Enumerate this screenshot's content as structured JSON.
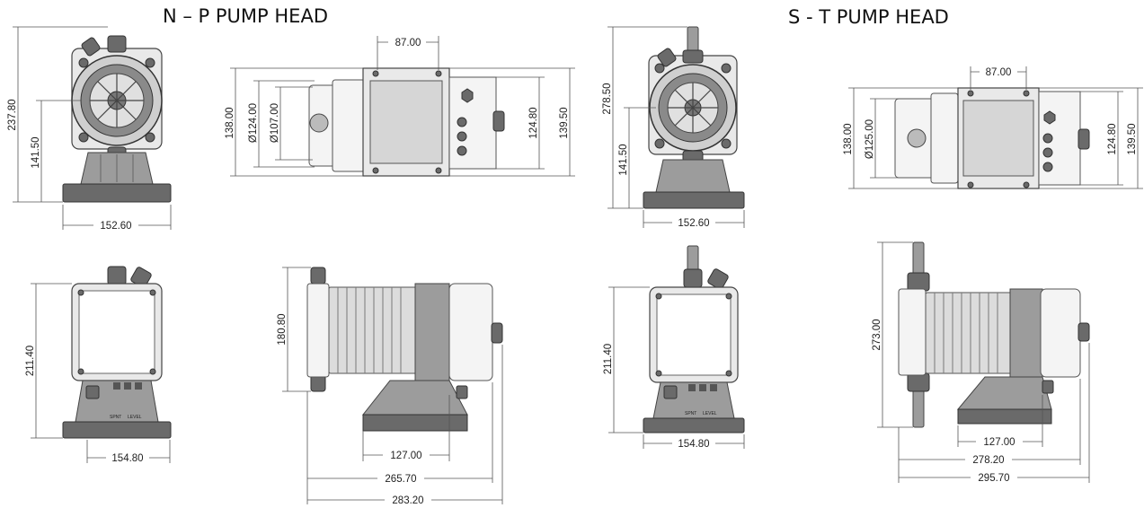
{
  "headings": {
    "np": "N – P PUMP HEAD",
    "st": "S - T PUMP HEAD"
  },
  "np_front": {
    "height_total": "237.80",
    "height_axis": "141.50",
    "width_base": "152.60"
  },
  "np_top": {
    "offset": "87.00",
    "d138": "138.00",
    "d124": "Ø124.00",
    "d107": "Ø107.00",
    "d124_8": "124.80",
    "d139_5": "139.50"
  },
  "np_back": {
    "height": "211.40",
    "width": "154.80",
    "label_left": "SPNT",
    "label_right": "LEVEL"
  },
  "np_side": {
    "height": "180.80",
    "w127": "127.00",
    "w265": "265.70",
    "w283": "283.20"
  },
  "st_front": {
    "height_total": "278.50",
    "height_axis": "141.50",
    "width_base": "152.60"
  },
  "st_top": {
    "offset": "87.00",
    "d138": "138.00",
    "d125": "Ø125.00",
    "d124_8": "124.80",
    "d139_5": "139.50"
  },
  "st_back": {
    "height": "211.40",
    "width": "154.80",
    "label_left": "SPNT",
    "label_right": "LEVEL"
  },
  "st_side": {
    "height": "273.00",
    "w127": "127.00",
    "w278": "278.20",
    "w295": "295.70"
  }
}
